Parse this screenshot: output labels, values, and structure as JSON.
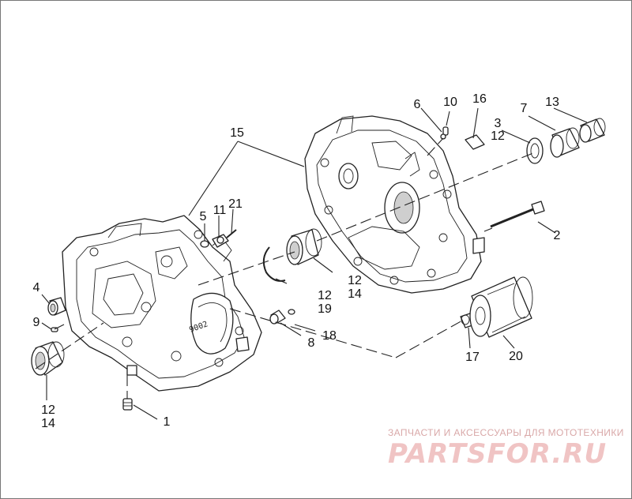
{
  "callouts": {
    "c1": "1",
    "c2": "2",
    "c3": "3",
    "c4": "4",
    "c5": "5",
    "c6": "6",
    "c7": "7",
    "c8": "8",
    "c9": "9",
    "c10": "10",
    "c11": "11",
    "c12_topright": "12",
    "c12_bearing": "12",
    "c12_ring": "12",
    "c12_left": "12",
    "c13": "13",
    "c14_bearing": "14",
    "c14_left": "14",
    "c15": "15",
    "c16": "16",
    "c17": "17",
    "c18": "18",
    "c19": "19",
    "c20": "20",
    "c21": "21"
  },
  "case_stamp": "9002",
  "watermark": {
    "subtitle": "ЗАПЧАСТИ И АКСЕССУАРЫ ДЛЯ МОТОТЕХНИКИ",
    "logo": "PARTSFOR.RU"
  }
}
